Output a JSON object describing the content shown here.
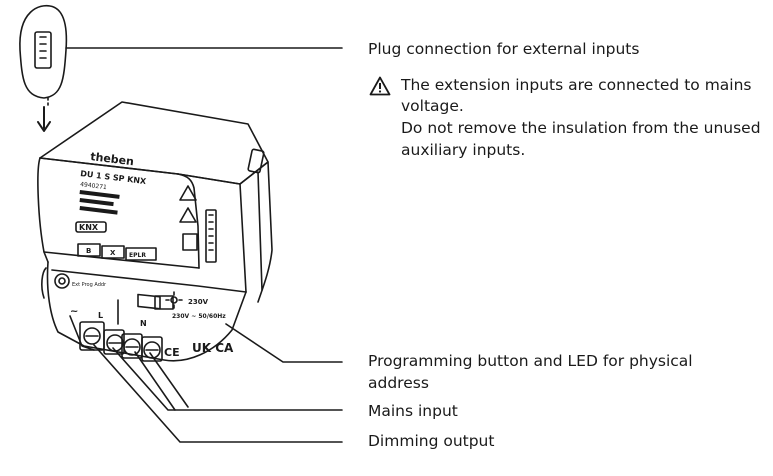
{
  "callouts": {
    "plug_connection": "Plug connection for external inputs",
    "warning_line1": "The extension inputs are connected to mains",
    "warning_line2": "voltage.",
    "warning_line3": "Do not remove the insulation from the unused",
    "warning_line4": "auxiliary inputs.",
    "programming_line1": "Programming button and LED for physical",
    "programming_line2": "address",
    "mains_input": "Mains input",
    "dimming_output": "Dimming output"
  },
  "device": {
    "brand": "theben",
    "model": "DU 1 S SP KNX",
    "article": "4940271",
    "rating": "230V",
    "knx_logo": "KNX",
    "button_labels": [
      "B",
      "X",
      "EPLR"
    ],
    "prog_label": "Ext Prog Addr",
    "power_text_1": "230V ~ 50/60Hz",
    "symbol_l": "L",
    "symbol_n": "N",
    "ukca": "UK CA"
  },
  "colors": {
    "line": "#1a1a1a",
    "device_fill": "#ffffff"
  }
}
